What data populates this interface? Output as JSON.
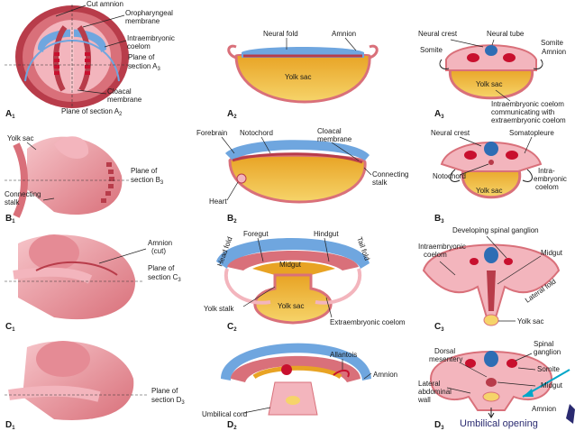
{
  "colors": {
    "embryo_dark": "#b83c4a",
    "embryo_mid": "#d9707a",
    "embryo_light": "#f3b5bd",
    "skin_pink": "#f6c4c9",
    "amnion_blue": "#6fa6df",
    "yolk": "#e8a324",
    "yolk_light": "#f6d46a",
    "vessel_red": "#c8102e",
    "arrow_teal": "#00a6c8"
  },
  "panels": {
    "A1": {
      "letter": "A",
      "sub": "1"
    },
    "A2": {
      "letter": "A",
      "sub": "2"
    },
    "A3": {
      "letter": "A",
      "sub": "3"
    },
    "B1": {
      "letter": "B",
      "sub": "1"
    },
    "B2": {
      "letter": "B",
      "sub": "2"
    },
    "B3": {
      "letter": "B",
      "sub": "3"
    },
    "C1": {
      "letter": "C",
      "sub": "1"
    },
    "C2": {
      "letter": "C",
      "sub": "2"
    },
    "C3": {
      "letter": "C",
      "sub": "3"
    },
    "D1": {
      "letter": "D",
      "sub": "1"
    },
    "D2": {
      "letter": "D",
      "sub": "2"
    },
    "D3": {
      "letter": "D",
      "sub": "3"
    }
  },
  "labels": {
    "cut_amnion": "Cut amnion",
    "oropharyngeal_1": "Oropharyngeal",
    "oropharyngeal_2": "membrane",
    "intraembryonic_1": "Intraembryonic",
    "intraembryonic_2": "coelom",
    "plane_a3_1": "Plane of",
    "plane_a3_2": "section A",
    "plane_a3_sub": "3",
    "cloacal_1": "Cloacal",
    "cloacal_2": "membrane",
    "plane_a2": "Plane of section A",
    "plane_a2_sub": "2",
    "neural_fold": "Neural fold",
    "amnion_a2": "Amnion",
    "yolk_sac_a2": "Yolk sac",
    "neural_crest_a3": "Neural crest",
    "neural_tube_a3": "Neural tube",
    "somite_a3_left": "Somite",
    "somite_a3_right": "Somite",
    "amnion_a3": "Amnion",
    "yolk_sac_a3": "Yolk sac",
    "coelom_comm_1": "Intraembryonic coelom",
    "coelom_comm_2": "communicating with",
    "coelom_comm_3": "extraembryonic coelom",
    "yolk_sac_b1": "Yolk sac",
    "plane_b3_1": "Plane of",
    "plane_b3_2": "section B",
    "plane_b3_sub": "3",
    "connecting_stalk_b1_1": "Connecting",
    "connecting_stalk_b1_2": "stalk",
    "forebrain": "Forebrain",
    "notochord_b2": "Notochord",
    "cloacal_b2_1": "Cloacal",
    "cloacal_b2_2": "membrane",
    "heart": "Heart",
    "connecting_stalk_b2_1": "Connecting",
    "connecting_stalk_b2_2": "stalk",
    "neural_crest_b3": "Neural crest",
    "somatopleure": "Somatopleure",
    "notochord_b3": "Notochord",
    "intra_b3_1": "Intra-",
    "intra_b3_2": "embryonic",
    "intra_b3_3": "coelom",
    "yolk_sac_b3": "Yolk sac",
    "amnion_cut_1": "Amnion",
    "amnion_cut_2": "(cut)",
    "plane_c3_1": "Plane of",
    "plane_c3_2": "section C",
    "plane_c3_sub": "3",
    "foregut": "Foregut",
    "hindgut": "Hindgut",
    "midgut_c2": "Midgut",
    "head_fold": "Head fold",
    "tail_fold": "Tail fold",
    "yolk_stalk": "Yolk stalk",
    "yolk_sac_c2": "Yolk sac",
    "extraembryonic_coelom": "Extraembryonic coelom",
    "developing_ganglion": "Developing spinal ganglion",
    "intra_c3_1": "Intraembryonic",
    "intra_c3_2": "coelom",
    "midgut_c3": "Midgut",
    "lateral_fold": "Lateral fold",
    "yolk_sac_c3": "Yolk sac",
    "plane_d3_1": "Plane of",
    "plane_d3_2": "section D",
    "plane_d3_sub": "3",
    "allantois": "Allantois",
    "amnion_d2": "Amnion",
    "umbilical_cord": "Umbilical cord",
    "dorsal_mesentery_1": "Dorsal",
    "dorsal_mesentery_2": "mesentery",
    "spinal_ganglion_1": "Spinal",
    "spinal_ganglion_2": "ganglion",
    "somite_d3": "Somite",
    "midgut_d3": "Midgut",
    "lateral_wall_1": "Lateral",
    "lateral_wall_2": "abdominal",
    "lateral_wall_3": "wall",
    "amnion_d3": "Amnion",
    "umbilical_opening": "Umbilical opening"
  }
}
